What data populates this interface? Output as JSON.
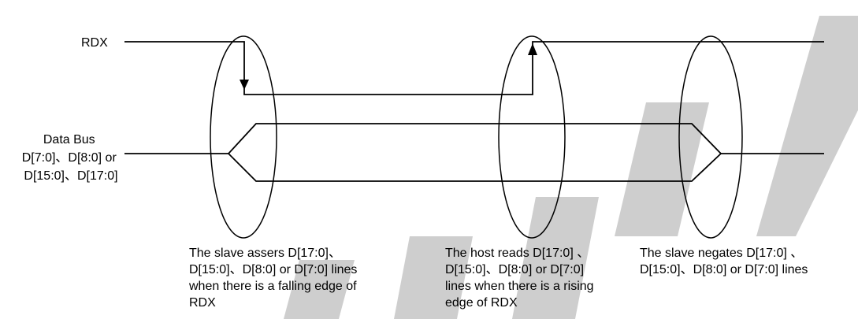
{
  "signals": {
    "rdx": "RDX",
    "data_bus": [
      "Data Bus",
      "D[7:0]、D[8:0] or",
      "D[15:0]、D[17:0]"
    ]
  },
  "annotations": [
    [
      "The slave assers D[17:0]、",
      "D[15:0]、D[8:0] or D[7:0] lines",
      "when there is a falling edge of",
      "RDX"
    ],
    [
      "The host reads D[17:0] 、",
      "D[15:0]、D[8:0] or D[7:0]",
      "lines when there is a rising",
      "edge of RDX"
    ],
    [
      "The slave negates D[17:0] 、",
      "D[15:0]、D[8:0] or D[7:0] lines"
    ]
  ],
  "colors": {
    "line": "#000000",
    "watermark": "#bdbdbd"
  }
}
